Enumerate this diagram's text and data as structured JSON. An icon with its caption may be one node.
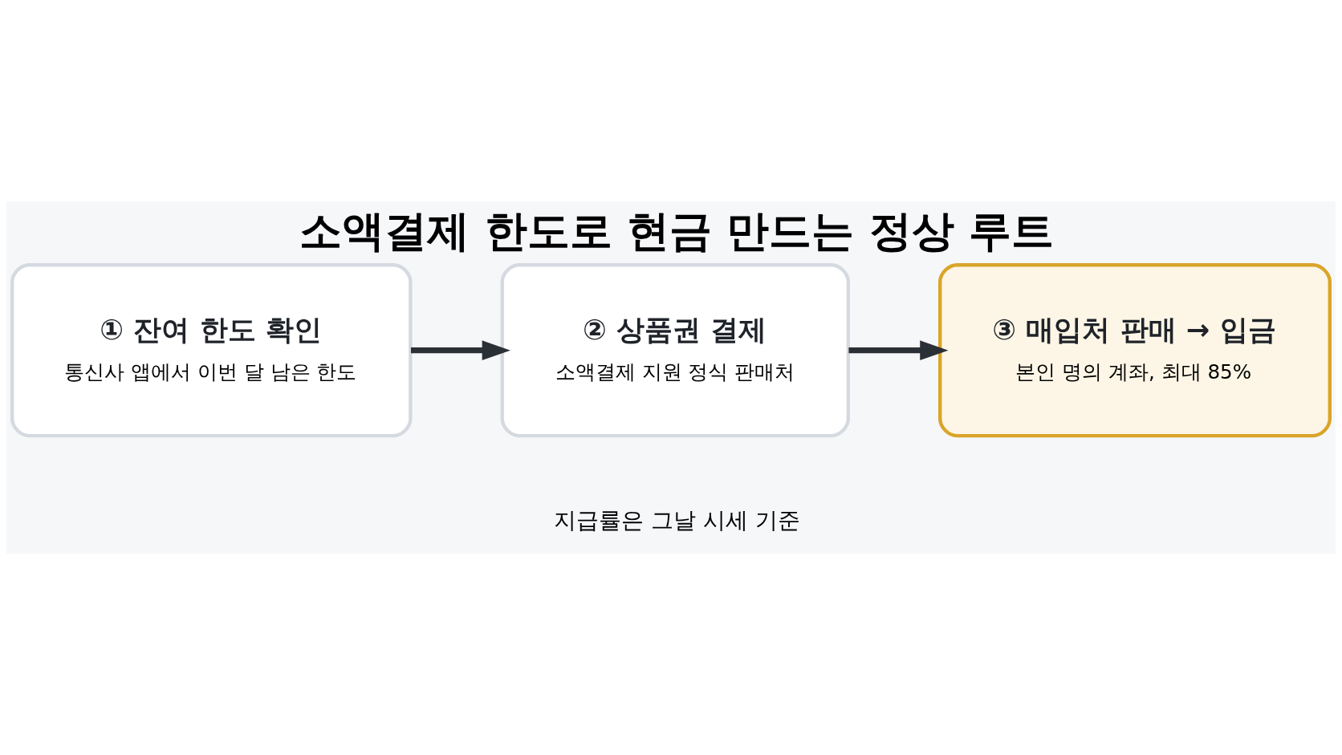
{
  "diagram": {
    "title": "소액결제 한도로 현금 만드는 정상 루트",
    "caption": "지급률은 그날 시세 기준",
    "nodes": [
      {
        "text": [
          "① 잔여 한도 확인",
          "통신사 앱에서 이번 달 남은 한도"
        ]
      },
      {
        "text": [
          "② 상품권 결제",
          "소액결제 지원 정식 판매처"
        ]
      },
      {
        "text": [
          "③ 매입처 판매 → 입금",
          "본인 명의 계좌, 최대 85%"
        ]
      }
    ],
    "edges": [
      {
        "from": 0,
        "to": 1,
        "arrow": "to"
      },
      {
        "from": 1,
        "to": 2,
        "arrow": "to"
      }
    ]
  }
}
